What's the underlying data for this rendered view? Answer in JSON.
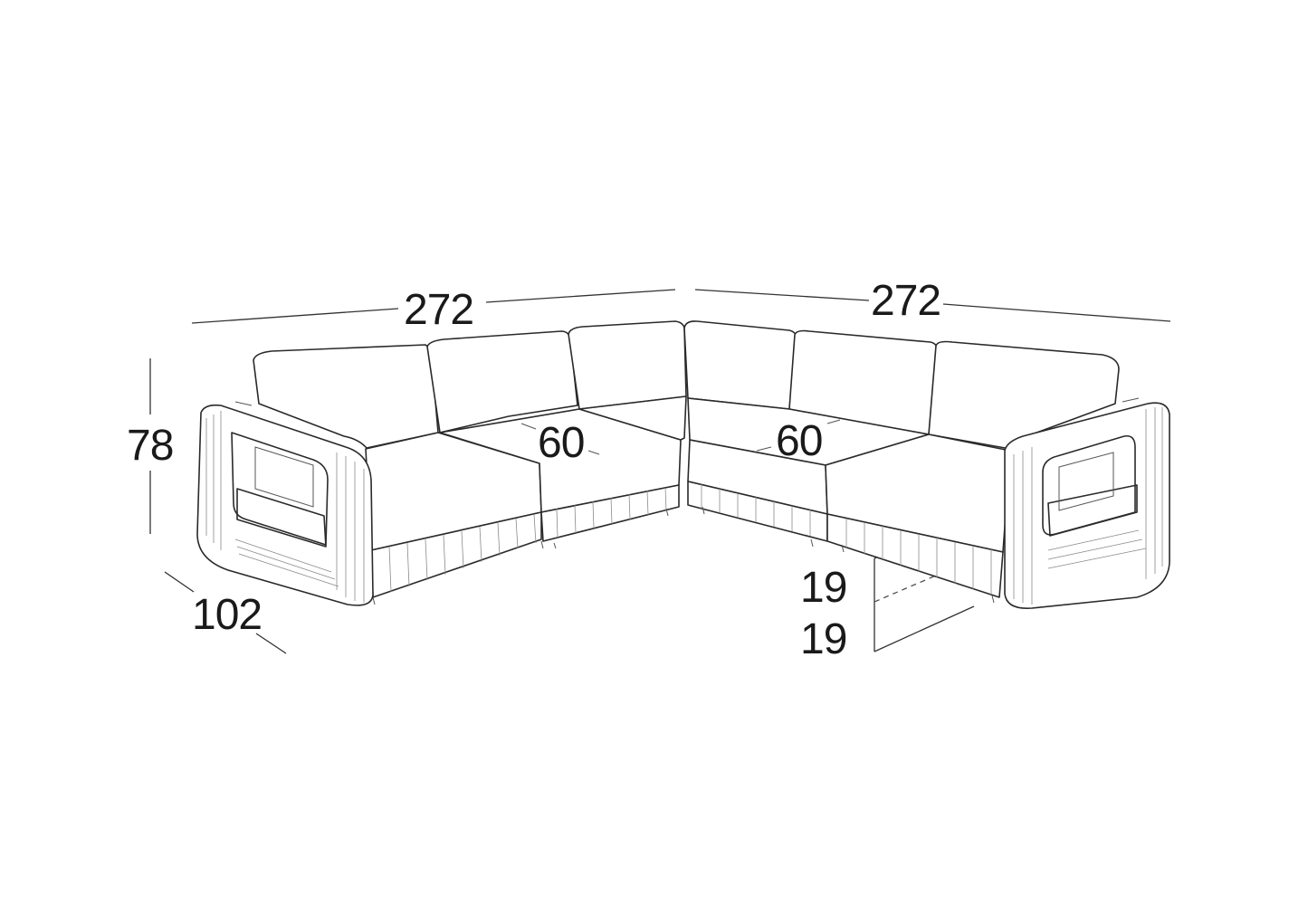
{
  "dimensions": {
    "width_left": "272",
    "width_right": "272",
    "height": "78",
    "depth": "102",
    "seat_depth_left": "60",
    "seat_depth_right": "60",
    "seat_height_upper": "19",
    "seat_height_lower": "19"
  }
}
